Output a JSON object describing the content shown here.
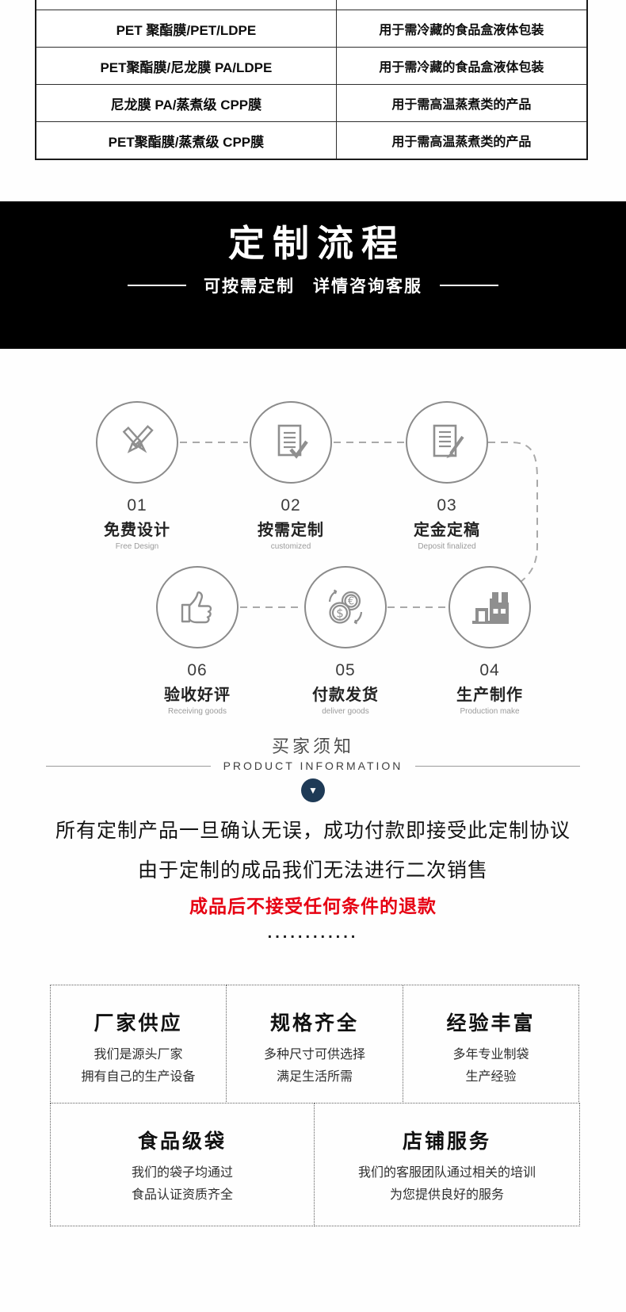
{
  "materials_table": {
    "rows": [
      {
        "material": "PET 聚酯膜/PET/LDPE",
        "use": "用于需冷藏的食品盒液体包装"
      },
      {
        "material": "PET聚酯膜/尼龙膜 PA/LDPE",
        "use": "用于需冷藏的食品盒液体包装"
      },
      {
        "material": "尼龙膜 PA/蒸煮级 CPP膜",
        "use": "用于需高温蒸煮类的产品"
      },
      {
        "material": "PET聚酯膜/蒸煮级 CPP膜",
        "use": "用于需高温蒸煮类的产品"
      }
    ]
  },
  "banner": {
    "title": "定制流程",
    "subtitle": "可按需定制　详情咨询客服",
    "background": "#000000"
  },
  "process": {
    "row1": [
      {
        "num": "01",
        "label": "免费设计",
        "caption": "Free Design",
        "icon": "pencil-pen-icon"
      },
      {
        "num": "02",
        "label": "按需定制",
        "caption": "customized",
        "icon": "document-check-icon"
      },
      {
        "num": "03",
        "label": "定金定稿",
        "caption": "Deposit finalized",
        "icon": "document-pencil-icon"
      }
    ],
    "row2": [
      {
        "num": "06",
        "label": "验收好评",
        "caption": "Receiving goods",
        "icon": "thumbs-up-icon"
      },
      {
        "num": "05",
        "label": "付款发货",
        "caption": "deliver goods",
        "icon": "coins-icon"
      },
      {
        "num": "04",
        "label": "生产制作",
        "caption": "Production make",
        "icon": "factory-icon"
      }
    ]
  },
  "notice": {
    "heading": "买家须知",
    "subheading": "PRODUCT INFORMATION",
    "down_arrow": "▼",
    "line1": "所有定制产品一旦确认无误，成功付款即接受此定制协议",
    "line2": "由于定制的成品我们无法进行二次销售",
    "warning": "成品后不接受任何条件的退款",
    "dots": "............"
  },
  "features": {
    "top": [
      {
        "title": "厂家供应",
        "line1": "我们是源头厂家",
        "line2": "拥有自己的生产设备"
      },
      {
        "title": "规格齐全",
        "line1": "多种尺寸可供选择",
        "line2": "满足生活所需"
      },
      {
        "title": "经验丰富",
        "line1": "多年专业制袋",
        "line2": "生产经验"
      }
    ],
    "bottom": [
      {
        "title": "食品级袋",
        "line1": "我们的袋子均通过",
        "line2": "食品认证资质齐全"
      },
      {
        "title": "店铺服务",
        "line1": "我们的客服团队通过相关的培训",
        "line2": "为您提供良好的服务"
      }
    ]
  },
  "colors": {
    "banner_bg": "#000000",
    "warning_red": "#e60012",
    "navy_badge": "#1e3a56",
    "icon_gray": "#8f8f8f",
    "dotted_border": "#5f5f5f"
  }
}
